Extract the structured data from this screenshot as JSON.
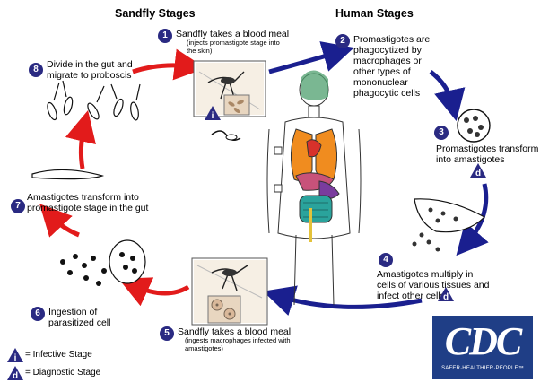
{
  "headings": {
    "sandfly": "Sandfly Stages",
    "human": "Human Stages"
  },
  "steps": [
    {
      "num": "1",
      "text": "Sandfly takes a blood meal",
      "sub": "(injects promastigote stage into the skin)"
    },
    {
      "num": "2",
      "text": "Promastigotes are phagocytized by macrophages or other types of mononuclear phagocytic cells"
    },
    {
      "num": "3",
      "text": "Promastigotes transform into amastigotes"
    },
    {
      "num": "4",
      "text": "Amastigotes multiply in cells of various tissues and infect other cells"
    },
    {
      "num": "5",
      "text": "Sandfly takes a blood meal",
      "sub": "(ingests macrophages infected with amastigotes)"
    },
    {
      "num": "6",
      "text": "Ingestion of parasitized cell"
    },
    {
      "num": "7",
      "text": "Amastigotes transform into promastigote stage in  the gut"
    },
    {
      "num": "8",
      "text": "Divide in the gut and migrate to proboscis"
    }
  ],
  "legend": {
    "infective_symbol": "i",
    "infective": "= Infective Stage",
    "diagnostic_symbol": "d",
    "diagnostic": "= Diagnostic Stage"
  },
  "logo": {
    "text": "CDC",
    "tagline": "SAFER·HEALTHIER·PEOPLE™"
  },
  "colors": {
    "red_arrow": "#e21b1b",
    "blue_arrow": "#1a1f8f",
    "badge": "#2a2a82",
    "cdc_blue": "#1f3e86"
  }
}
